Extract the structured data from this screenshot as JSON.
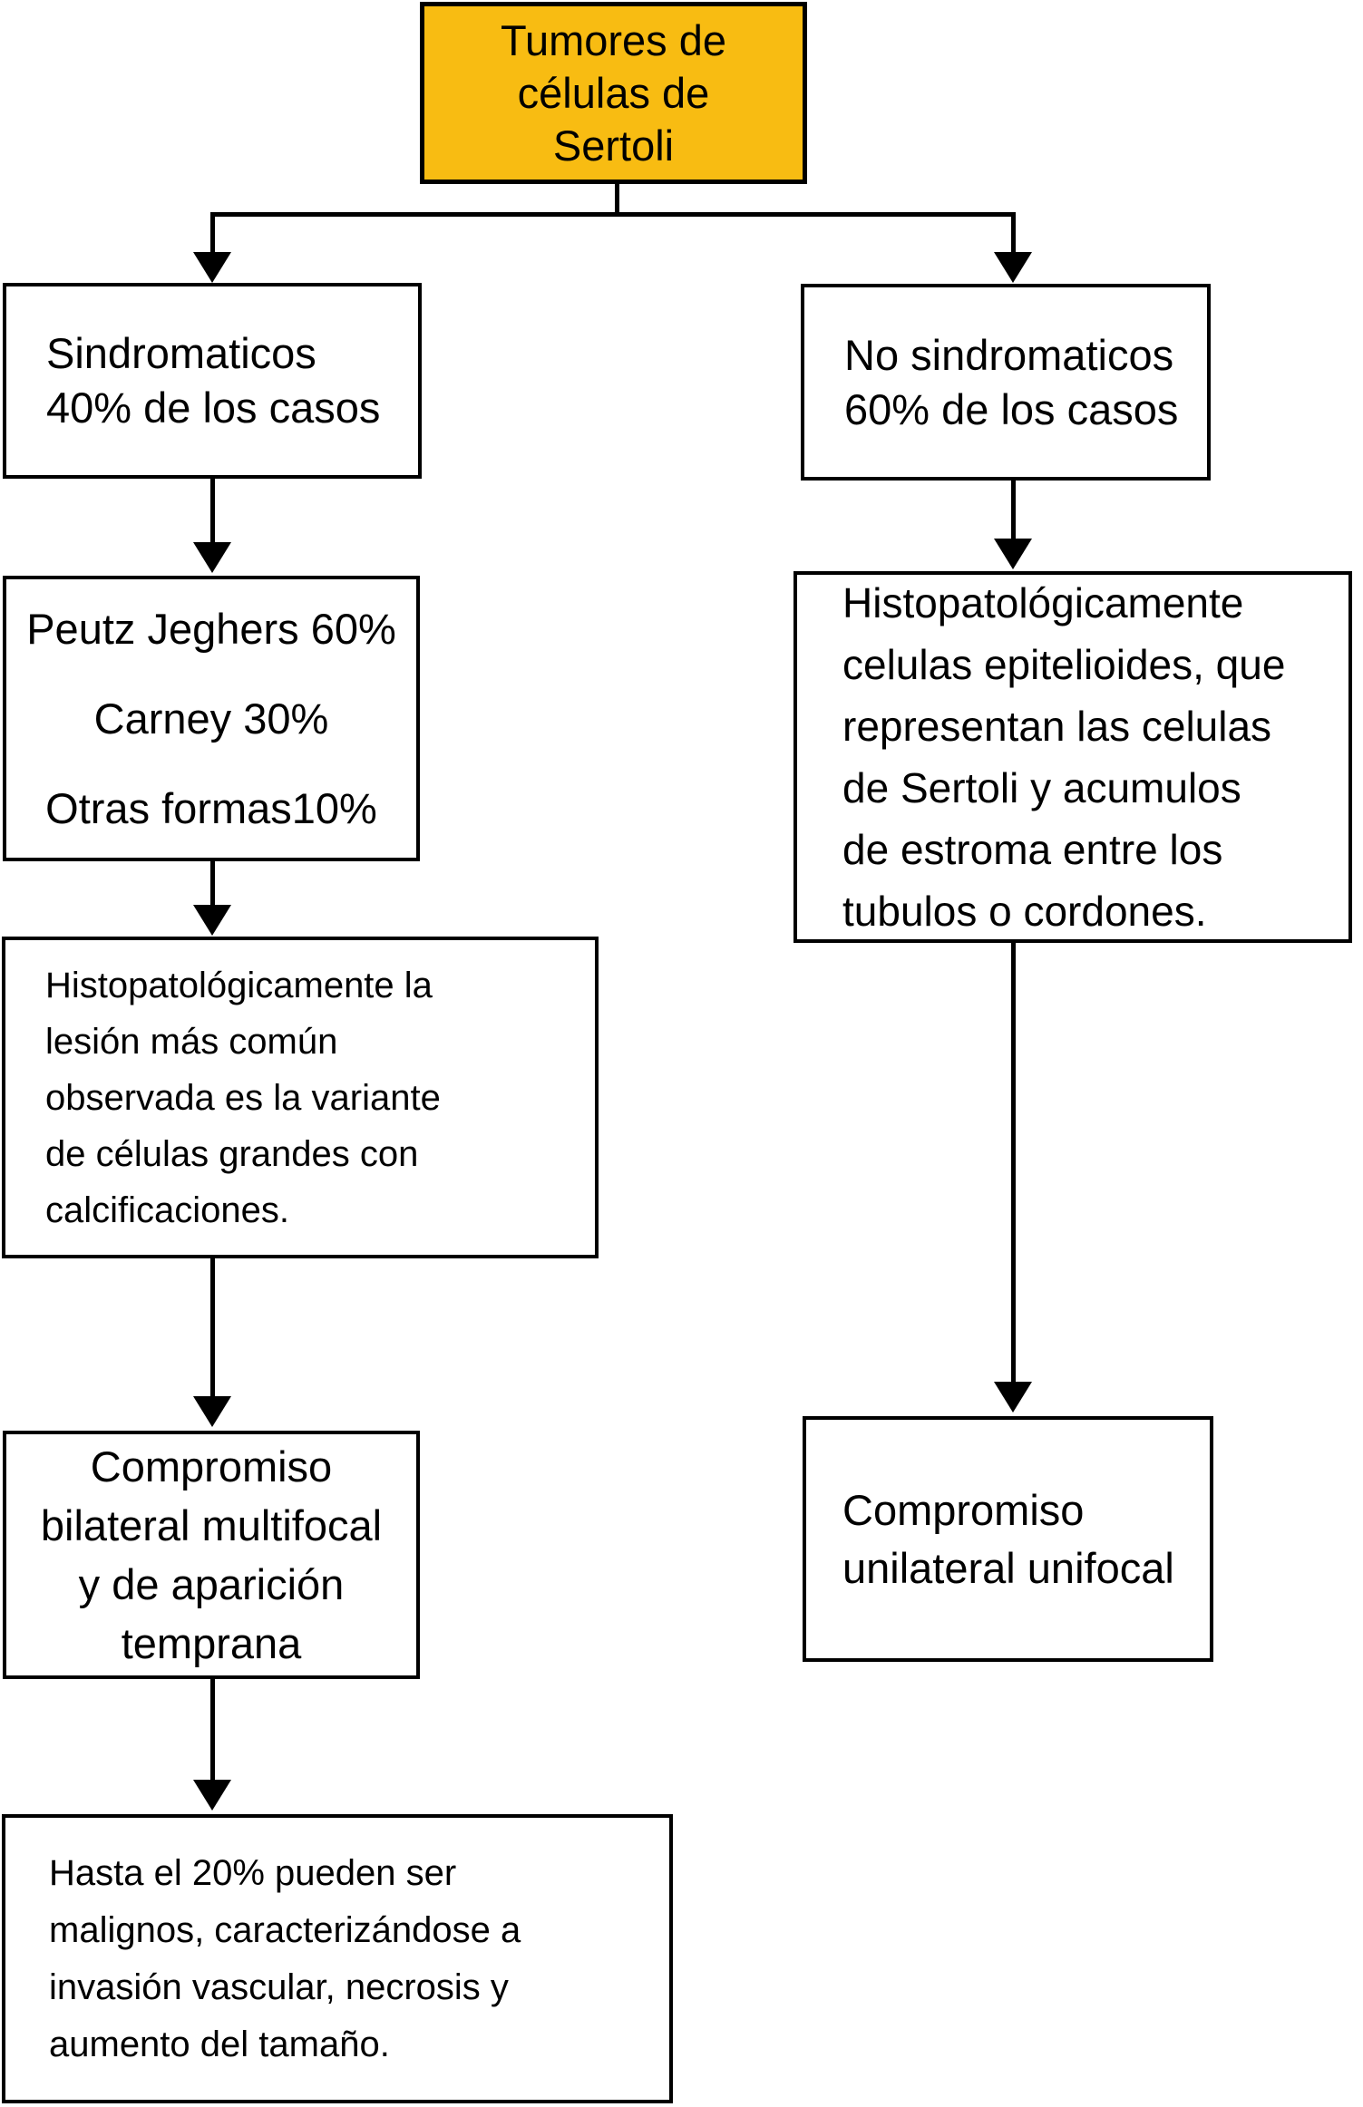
{
  "diagram": {
    "title": "Tumores de células de Sertoli",
    "nodes": {
      "root": {
        "lines": [
          "Tumores de",
          "células de",
          "Sertoli"
        ]
      },
      "syndromic": {
        "lines": [
          "Sindromaticos",
          "40% de los casos"
        ]
      },
      "non_syndromic": {
        "lines": [
          "No sindromaticos",
          "60% de los casos"
        ]
      },
      "syndrome_types": {
        "lines": [
          "Peutz Jeghers 60%",
          "Carney 30%",
          "Otras formas10%"
        ]
      },
      "histology_non_syndromic": {
        "lines": [
          "Histopatológicamente",
          "celulas epitelioides, que",
          "representan las celulas",
          "de Sertoli y acumulos",
          "de estroma entre los",
          "tubulos o cordones."
        ]
      },
      "histology_syndromic": {
        "lines": [
          "Histopatológicamente la",
          "lesión más común",
          "observada es la variante",
          "de células grandes con",
          "calcificaciones."
        ]
      },
      "bilateral": {
        "lines": [
          "Compromiso",
          "bilateral multifocal",
          "y de aparición",
          "temprana"
        ]
      },
      "unilateral": {
        "lines": [
          "Compromiso",
          "unilateral unifocal"
        ]
      },
      "malignancy": {
        "lines": [
          "Hasta el 20% pueden ser",
          "malignos, caracterizándose a",
          "invasión vascular, necrosis y",
          "aumento del tamaño."
        ]
      }
    },
    "colors": {
      "root_fill": "#F8BC12",
      "box_border": "#000000",
      "background": "#FFFFFF",
      "text": "#000000",
      "connector": "#000000"
    }
  }
}
